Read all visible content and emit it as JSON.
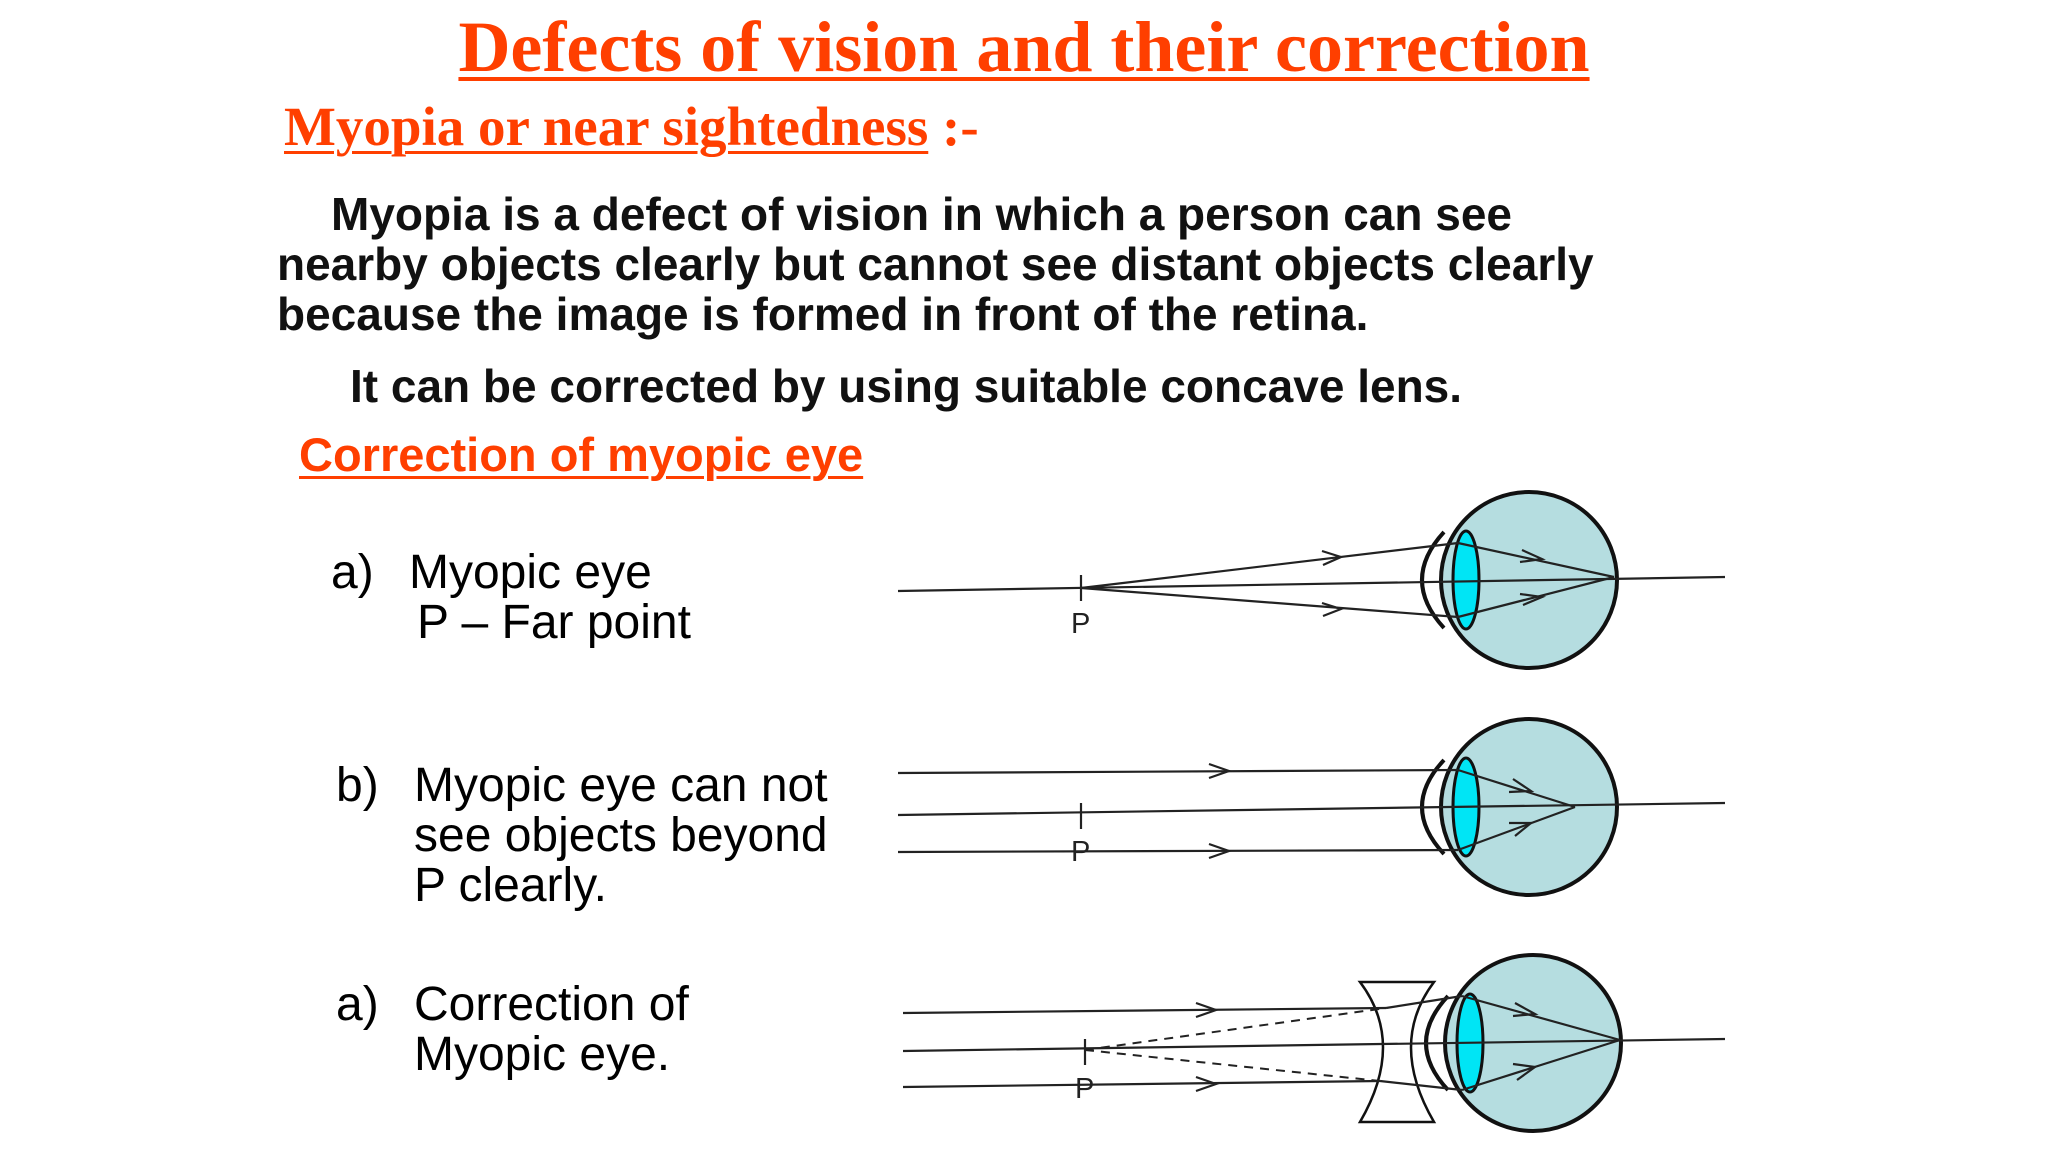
{
  "title": "Defects of vision and their correction",
  "subtitle": {
    "main": "Myopia or near sightedness",
    "suffix": " :-"
  },
  "definition": {
    "line1": "Myopia is a defect of vision in which a person can see",
    "line2": "nearby  objects clearly but cannot see distant objects clearly",
    "line3": "because the  image is formed in front of the retina."
  },
  "correction_note": "It can be corrected by using suitable concave lens.",
  "section_heading": "Correction of myopic eye",
  "diagrams": [
    {
      "marker": "a)",
      "lines": [
        "Myopic eye",
        "P – Far point"
      ],
      "point_label": "P"
    },
    {
      "marker": "b)",
      "lines": [
        "Myopic eye can not",
        "see objects beyond",
        "P clearly."
      ],
      "point_label": "P"
    },
    {
      "marker": "a)",
      "lines": [
        "Correction of",
        "Myopic eye."
      ],
      "point_label": "P"
    }
  ],
  "colors": {
    "heading": "#ff3f00",
    "eyeball": "#b5dde0",
    "eye_lens": "#00e5f5",
    "text": "#111111"
  }
}
